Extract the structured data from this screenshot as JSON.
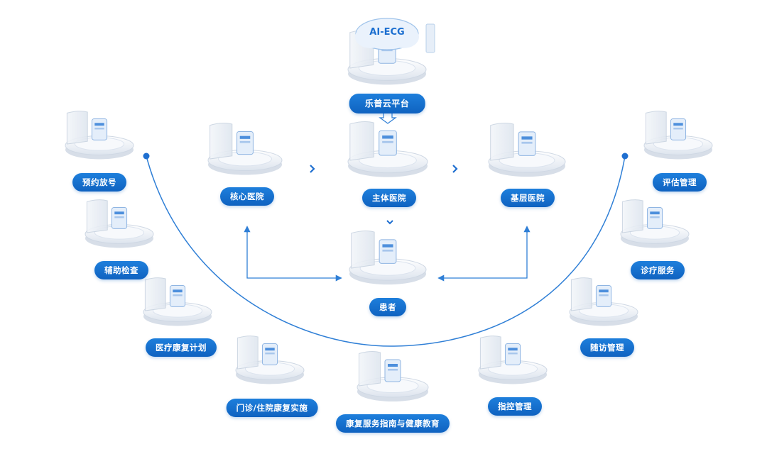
{
  "center": {
    "platform": "乐普云平台",
    "cloud": "AI-ECG",
    "core_hospital": "核心医院",
    "main_hospital": "主体医院",
    "primary_hospital": "基层医院",
    "patient": "患者"
  },
  "left_items": [
    "预约放号",
    "辅助检查",
    "医疗康复计划",
    "门诊/住院康复实施"
  ],
  "bottom_item": "康复服务指南与健康教育",
  "right_items": [
    "评估管理",
    "诊疗服务",
    "随访管理",
    "指控管理"
  ],
  "colors": {
    "accent": "#0f62c0",
    "line": "#2f7fd6",
    "platform_base": "#eef2f7"
  }
}
